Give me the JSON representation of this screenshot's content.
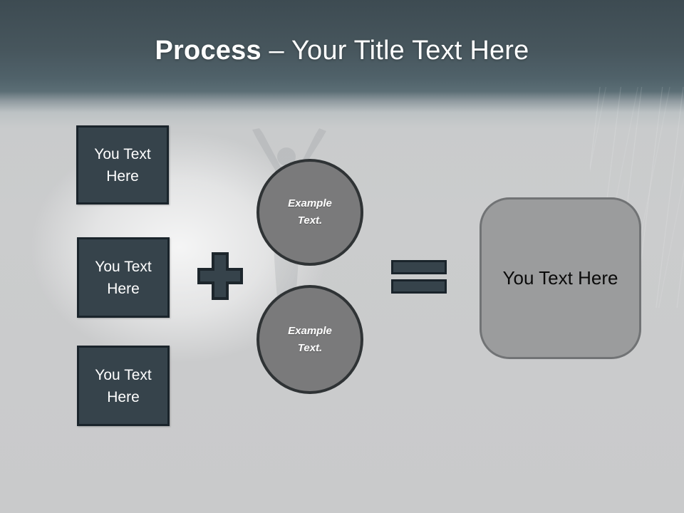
{
  "slide": {
    "title": {
      "bold": "Process",
      "separator": " – ",
      "regular": "Your Title Text Here"
    }
  },
  "left_boxes": [
    {
      "label": "You Text Here"
    },
    {
      "label": "You Text Here"
    },
    {
      "label": "You Text Here"
    }
  ],
  "operators": {
    "plus_icon": "plus",
    "equals_icon": "equals"
  },
  "circles": [
    {
      "label": "Example Text."
    },
    {
      "label": "Example Text."
    }
  ],
  "result_box": {
    "label": "You Text Here"
  },
  "colors": {
    "header_top": "#3d4b52",
    "header_mid": "#5b6e75",
    "background": "#cbcccd",
    "slate_fill": "#36434b",
    "slate_border": "#1a242b",
    "circle_fill": "#7a7a7b",
    "circle_border": "#2f3335",
    "result_fill": "#9b9c9d",
    "result_border": "#717375",
    "title_text": "#ffffff",
    "box_text": "#ffffff",
    "circle_text": "#ffffff",
    "result_text": "#0b0b0b"
  }
}
